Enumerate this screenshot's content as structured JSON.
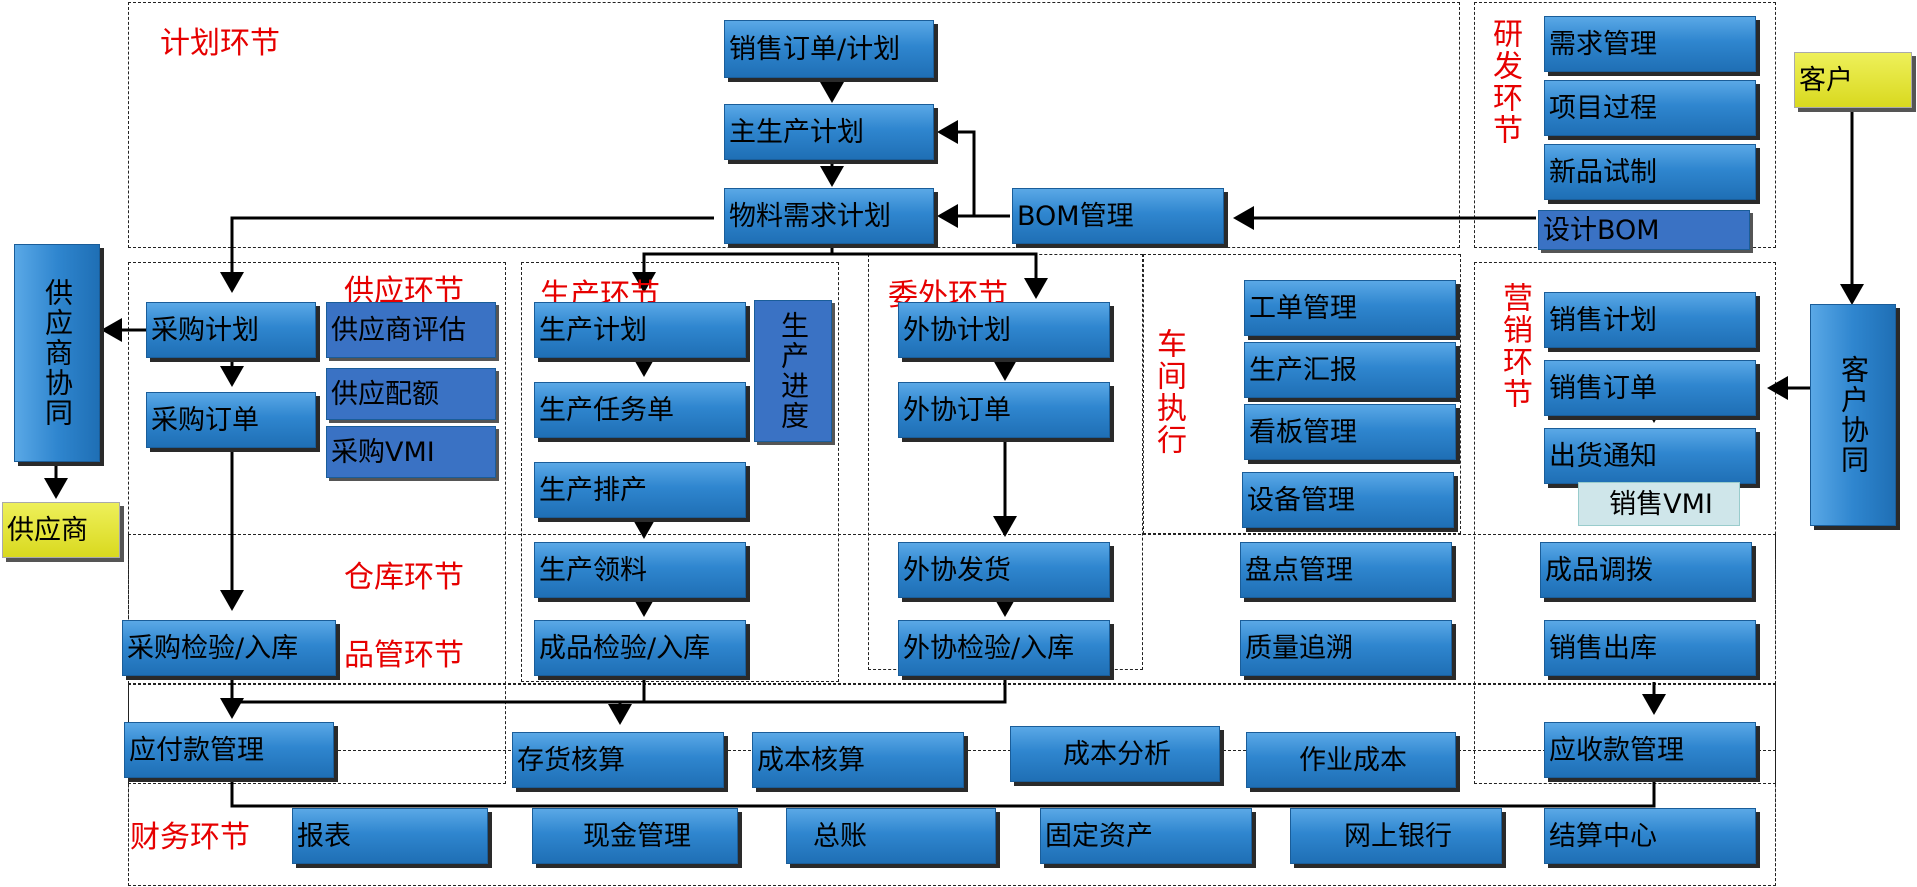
{
  "sections": {
    "plan": "计划环节",
    "supply": "供应环节",
    "production": "生产环节",
    "outsourcing": "委外环节",
    "workshop": "车间执行",
    "rd": "研发环节",
    "marketing": "营销环节",
    "warehouse": "仓库环节",
    "quality": "品管环节",
    "finance": "财务环节"
  },
  "plan": {
    "sales_order_plan": "销售订单/计划",
    "master_plan": "主生产计划",
    "mrp": "物料需求计划",
    "bom": "BOM管理"
  },
  "rd": {
    "requirements": "需求管理",
    "project": "项目过程",
    "trial": "新品试制",
    "design_bom": "设计BOM"
  },
  "external": {
    "customer": "客户",
    "customer_collab": "客户协同",
    "supplier": "供应商",
    "supplier_collab": "供应商协同"
  },
  "supply": {
    "purchase_plan": "采购计划",
    "supplier_eval": "供应商评估",
    "supply_quota": "供应配额",
    "purchase_order": "采购订单",
    "purchase_vmi": "采购VMI",
    "purchase_inspect": "采购检验/入库"
  },
  "production": {
    "plan": "生产计划",
    "progress": "生产进度",
    "task": "生产任务单",
    "schedule": "生产排产",
    "picking": "生产领料",
    "product_inspect": "成品检验/入库"
  },
  "outsourcing": {
    "plan": "外协计划",
    "order": "外协订单",
    "ship": "外协发货",
    "inspect": "外协检验/入库"
  },
  "workshop": {
    "work_order": "工单管理",
    "report": "生产汇报",
    "kanban": "看板管理",
    "equipment": "设备管理",
    "stocktake": "盘点管理",
    "trace": "质量追溯"
  },
  "marketing": {
    "sales_plan": "销售计划",
    "sales_order": "销售订单",
    "ship_notice": "出货通知",
    "sales_vmi": "销售VMI",
    "transfer": "成品调拨",
    "sales_out": "销售出库"
  },
  "finance": {
    "payable": "应付款管理",
    "inventory_acct": "存货核算",
    "cost_acct": "成本核算",
    "cost_analysis": "成本分析",
    "activity_cost": "作业成本",
    "receivable": "应收款管理",
    "reports": "报表",
    "cash": "现金管理",
    "ledger": "总账",
    "fixed_assets": "固定资产",
    "online_bank": "网上银行",
    "settlement": "结算中心"
  }
}
